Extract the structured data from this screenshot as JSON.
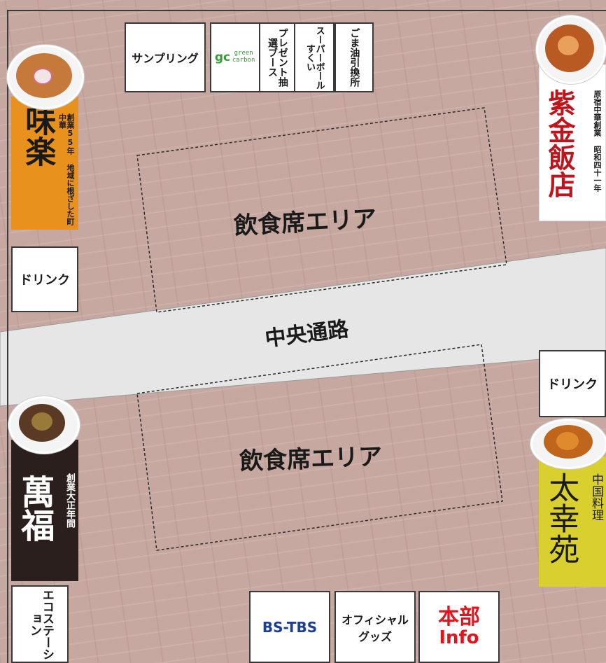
{
  "booths": {
    "sampling": "サンプリング",
    "green_carbon_logo": "gc",
    "green_carbon_name": "green carbon",
    "present_booth": "プレゼント抽選ブース",
    "superball": "スーパーボールすくい",
    "sesame_oil": "ごま油引換所",
    "drink_left": "ドリンク",
    "drink_right": "ドリンク",
    "eco_station": "エコステーション",
    "bs_tbs": "BS-TBS",
    "official_goods_line1": "オフィシャル",
    "official_goods_line2": "グッズ",
    "hq_line1": "本部",
    "hq_line2": "Info"
  },
  "areas": {
    "dining_top": "飲食席エリア",
    "dining_bottom": "飲食席エリア",
    "corridor": "中央通路"
  },
  "restaurants": {
    "miraku": {
      "name": "味楽",
      "tagline": "創業55年 地域に根ざした町中華",
      "color": "#e8911c"
    },
    "shikin": {
      "name": "紫金飯店",
      "tagline": "原宿中華創業 昭和四十一年",
      "color": "#c0141c"
    },
    "manpuku": {
      "name": "萬福",
      "tagline": "創業大正年間",
      "color": "#2a1f1c"
    },
    "taikoen": {
      "name": "太幸苑",
      "tagline": "中国料理",
      "color": "#d9cf2e"
    }
  },
  "colors": {
    "floor": "#c7a8a0",
    "corridor": "#e6e6e6",
    "hq_red": "#e0161f",
    "bs_blue": "#1c3f94",
    "gc_green": "#3a9a3a"
  }
}
